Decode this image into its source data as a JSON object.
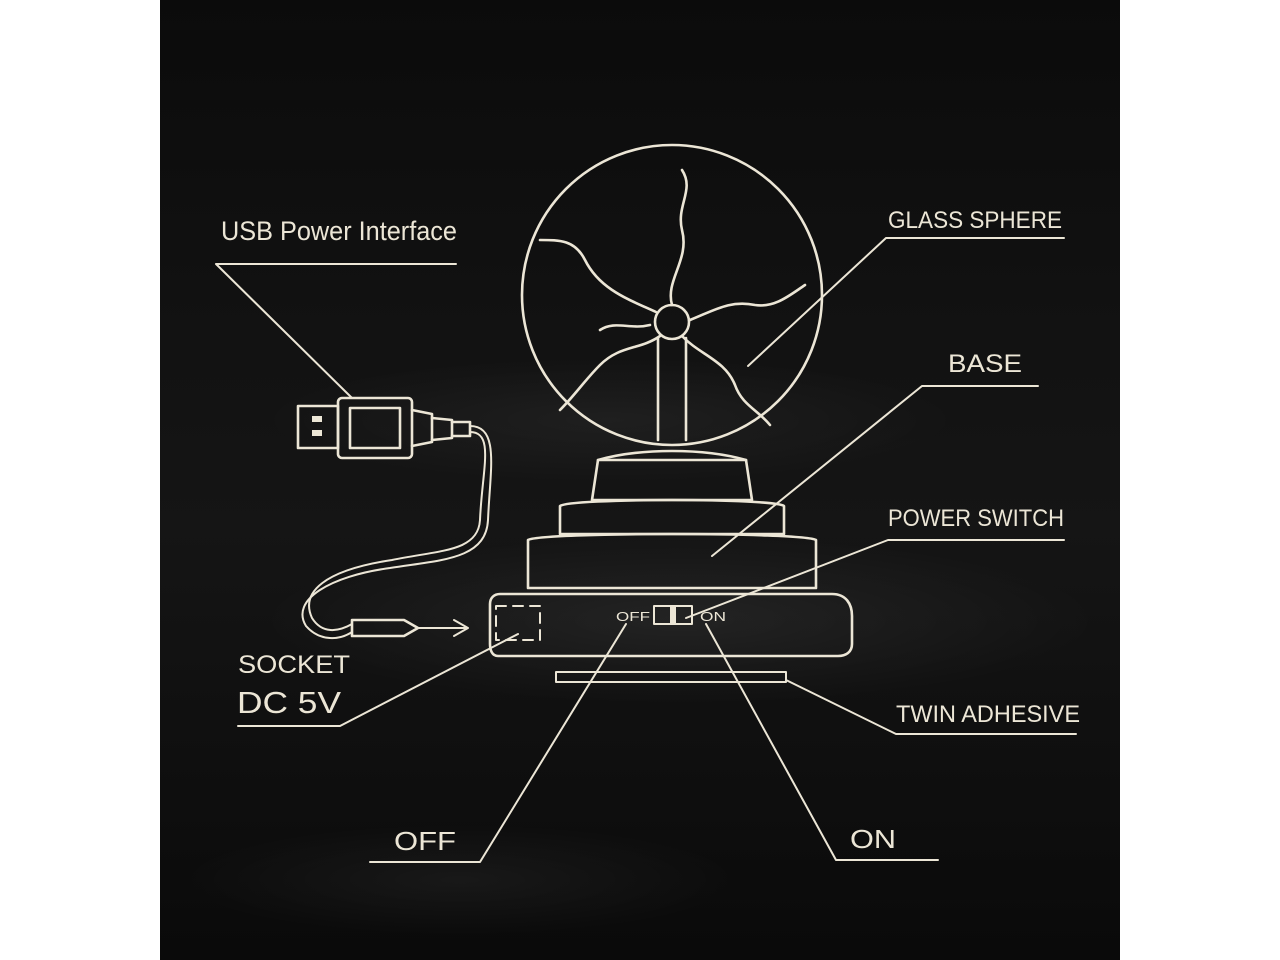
{
  "labels": {
    "usb_power_interface": "USB Power Interface",
    "glass_sphere": "GLASS SPHERE",
    "base": "BASE",
    "power_switch": "POWER SWITCH",
    "socket": "SOCKET",
    "dc_5v": "DC 5V",
    "twin_adhesive": "TWIN ADHESIVE",
    "off": "OFF",
    "on": "ON",
    "switch_off": "OFF",
    "switch_on": "ON"
  },
  "colors": {
    "background": "#111111",
    "linework": "#ece6d6",
    "page": "#ffffff"
  }
}
